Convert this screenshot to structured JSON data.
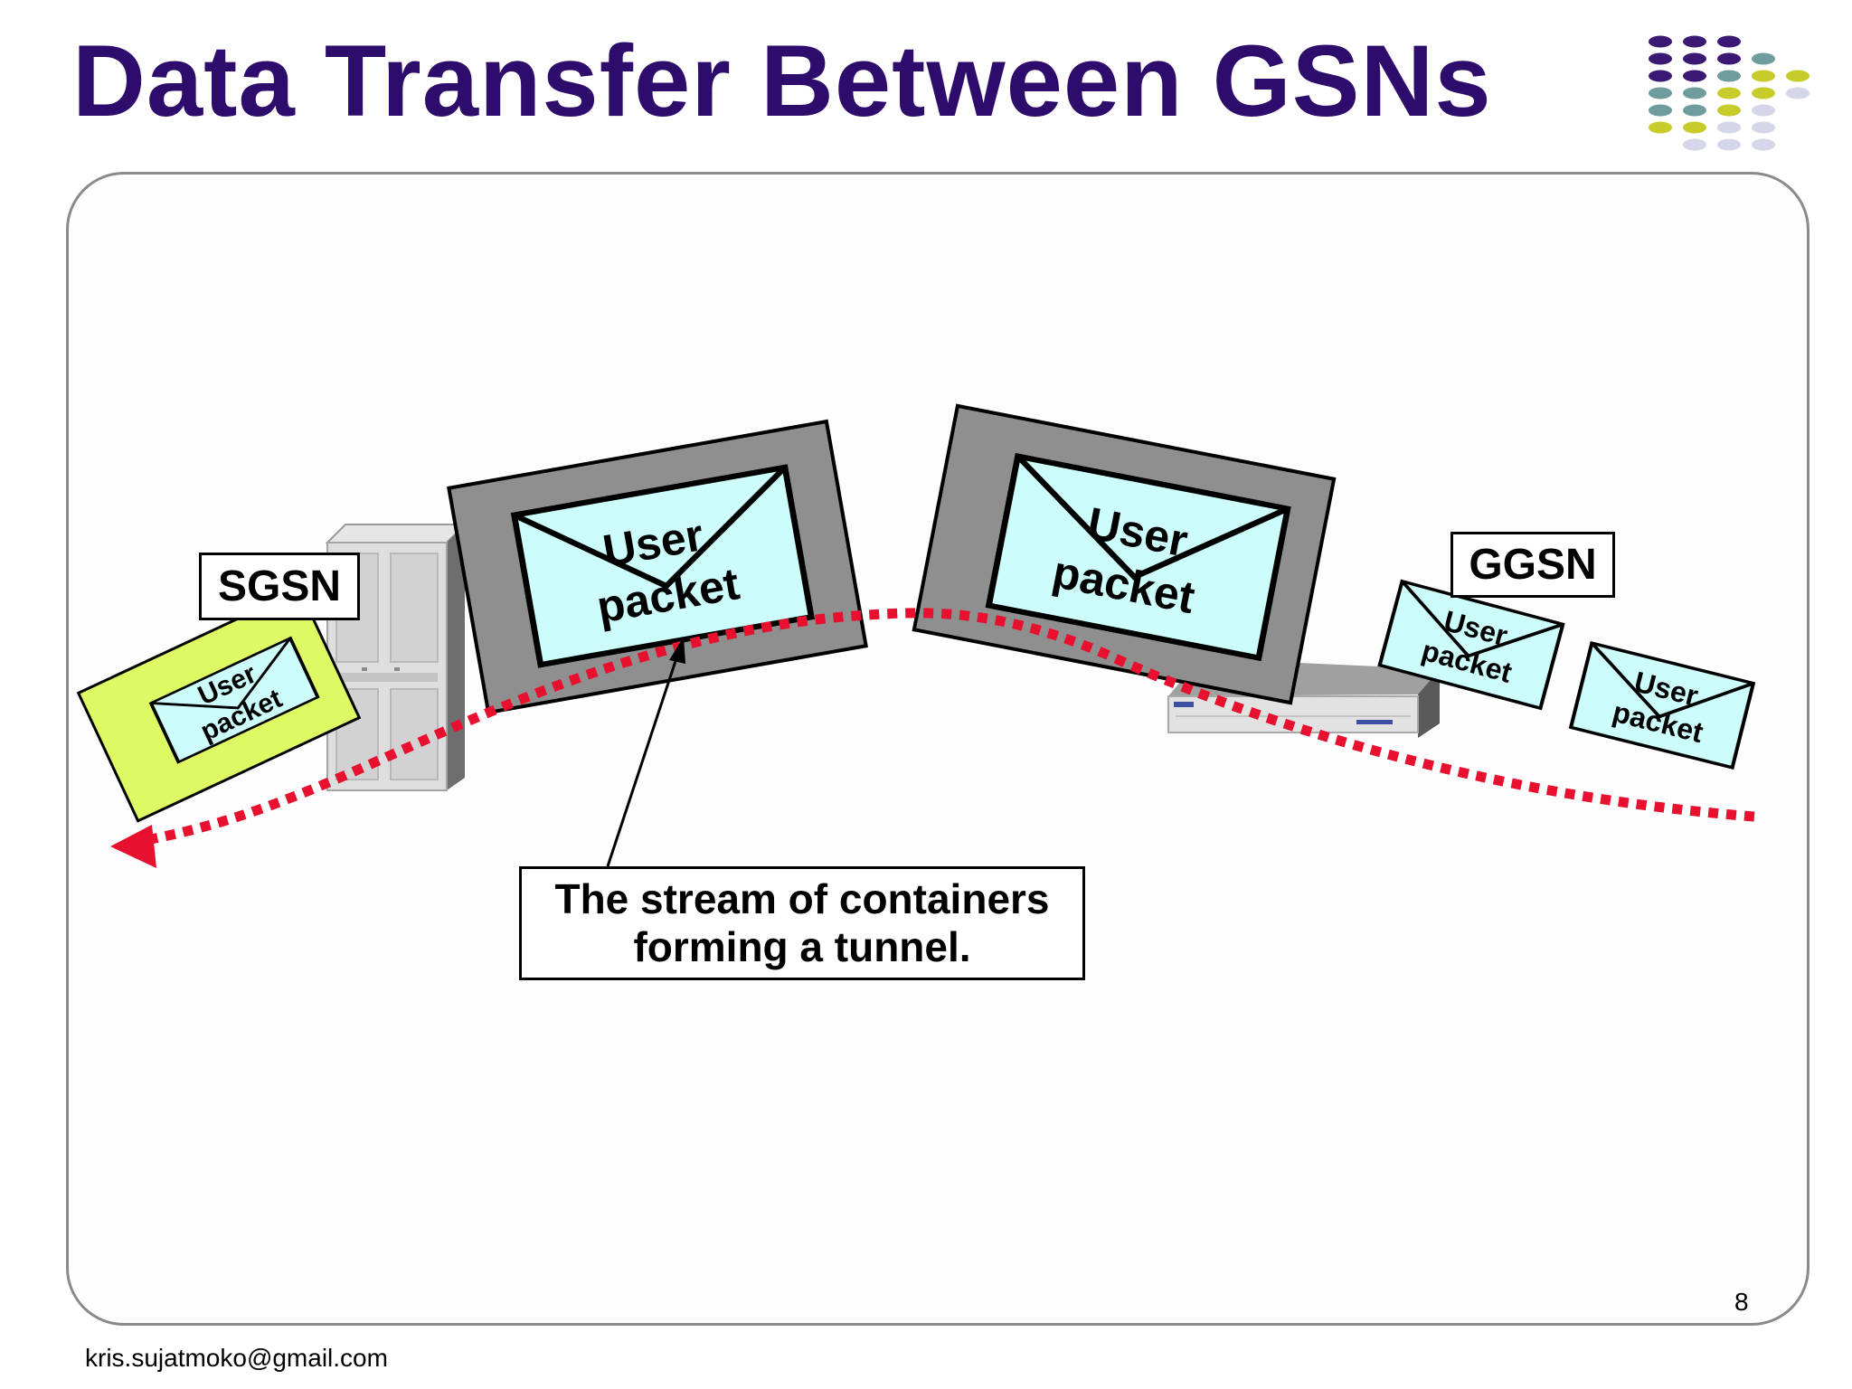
{
  "slide": {
    "title": "Data Transfer Between GSNs",
    "page_number": "8",
    "footer": "kris.sujatmoko@gmail.com"
  },
  "diagram": {
    "sgsn_label": "SGSN",
    "ggsn_label": "GGSN",
    "packet_word1": "User",
    "packet_word2": "packet",
    "callout_line1": "The stream of containers",
    "callout_line2": "forming a tunnel."
  },
  "colors": {
    "title": "#2e0c6b",
    "tunnel": "#e8102f",
    "container": "#8f8f8f",
    "envelope": "#ccfdfb",
    "sgsn_container": "#ddfa64",
    "dot_purple": "#3b1873",
    "dot_teal": "#6f9d9d",
    "dot_yellow": "#c7cc2a",
    "dot_lavender": "#d6d6ea"
  }
}
